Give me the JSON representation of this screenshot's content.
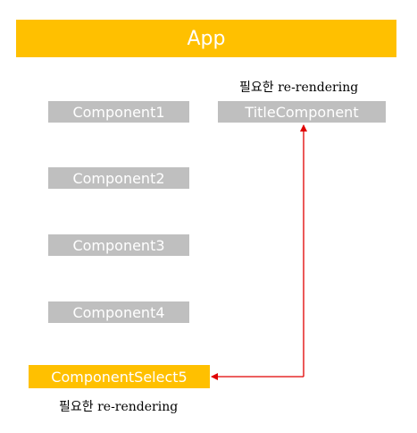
{
  "app": {
    "label": "App"
  },
  "components": [
    {
      "label": "Component1"
    },
    {
      "label": "Component2"
    },
    {
      "label": "Component3"
    },
    {
      "label": "Component4"
    }
  ],
  "title_component": {
    "label": "TitleComponent",
    "note": "필요한 re-rendering"
  },
  "select_component": {
    "label": "ComponentSelect5",
    "note": "필요한 re-rendering"
  },
  "colors": {
    "highlight": "#ffc000",
    "component": "#bfbfbf",
    "arrow": "#e00000"
  }
}
